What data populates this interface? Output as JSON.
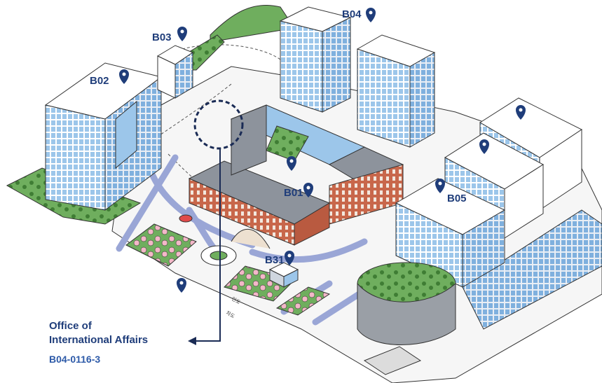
{
  "buildings": [
    {
      "id": "B02",
      "label": "B02"
    },
    {
      "id": "B03",
      "label": "B03"
    },
    {
      "id": "B04",
      "label": "B04"
    },
    {
      "id": "B01",
      "label": "B01"
    },
    {
      "id": "B05",
      "label": "B05"
    },
    {
      "id": "B31",
      "label": "B31"
    }
  ],
  "road_labels": {
    "sidewalk": "인도",
    "roadway": "차도"
  },
  "office": {
    "name_line1": "Office of",
    "name_line2": "International Affairs",
    "code": "B04-0116-3"
  },
  "icons": [
    "location-pin-icon",
    "star-pin-icon",
    "arrow-left-icon"
  ],
  "colors": {
    "label": "#1f3d7a",
    "glass": "#9cc6ea",
    "brick": "#c8674b",
    "grass": "#6fae5e",
    "path": "#9aa6d6",
    "blossom": "#f3b8c8"
  }
}
